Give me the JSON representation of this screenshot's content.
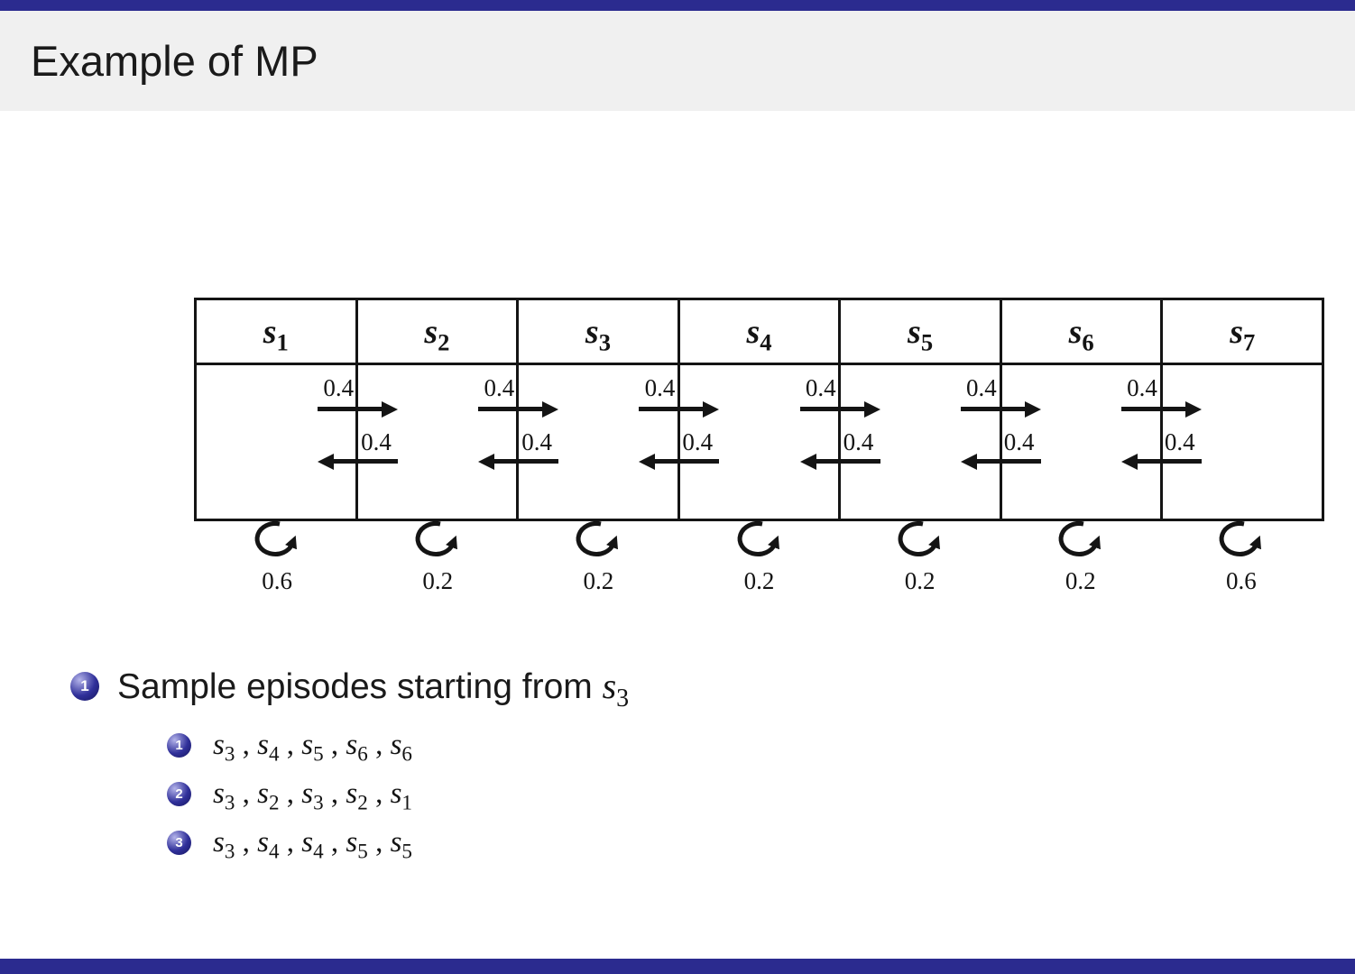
{
  "slide": {
    "title": "Example of MP",
    "accent_color": "#2B2B8F",
    "badge_color": "#30309A"
  },
  "diagram": {
    "states": [
      {
        "base": "s",
        "sub": "1",
        "self_loop": "0.6"
      },
      {
        "base": "s",
        "sub": "2",
        "self_loop": "0.2"
      },
      {
        "base": "s",
        "sub": "3",
        "self_loop": "0.2"
      },
      {
        "base": "s",
        "sub": "4",
        "self_loop": "0.2"
      },
      {
        "base": "s",
        "sub": "5",
        "self_loop": "0.2"
      },
      {
        "base": "s",
        "sub": "6",
        "self_loop": "0.2"
      },
      {
        "base": "s",
        "sub": "7",
        "self_loop": "0.6"
      }
    ],
    "transitions": [
      {
        "right_label": "0.4",
        "left_label": "0.4"
      },
      {
        "right_label": "0.4",
        "left_label": "0.4"
      },
      {
        "right_label": "0.4",
        "left_label": "0.4"
      },
      {
        "right_label": "0.4",
        "left_label": "0.4"
      },
      {
        "right_label": "0.4",
        "left_label": "0.4"
      },
      {
        "right_label": "0.4",
        "left_label": "0.4"
      }
    ]
  },
  "content": {
    "separator": ", ",
    "item": {
      "badge": "1",
      "text_prefix": "Sample episodes starting from ",
      "start_state": {
        "base": "s",
        "sub": "3"
      }
    },
    "episodes": [
      {
        "badge": "1",
        "states": [
          {
            "base": "s",
            "sub": "3"
          },
          {
            "base": "s",
            "sub": "4"
          },
          {
            "base": "s",
            "sub": "5"
          },
          {
            "base": "s",
            "sub": "6"
          },
          {
            "base": "s",
            "sub": "6"
          }
        ]
      },
      {
        "badge": "2",
        "states": [
          {
            "base": "s",
            "sub": "3"
          },
          {
            "base": "s",
            "sub": "2"
          },
          {
            "base": "s",
            "sub": "3"
          },
          {
            "base": "s",
            "sub": "2"
          },
          {
            "base": "s",
            "sub": "1"
          }
        ]
      },
      {
        "badge": "3",
        "states": [
          {
            "base": "s",
            "sub": "3"
          },
          {
            "base": "s",
            "sub": "4"
          },
          {
            "base": "s",
            "sub": "4"
          },
          {
            "base": "s",
            "sub": "5"
          },
          {
            "base": "s",
            "sub": "5"
          }
        ]
      }
    ]
  }
}
